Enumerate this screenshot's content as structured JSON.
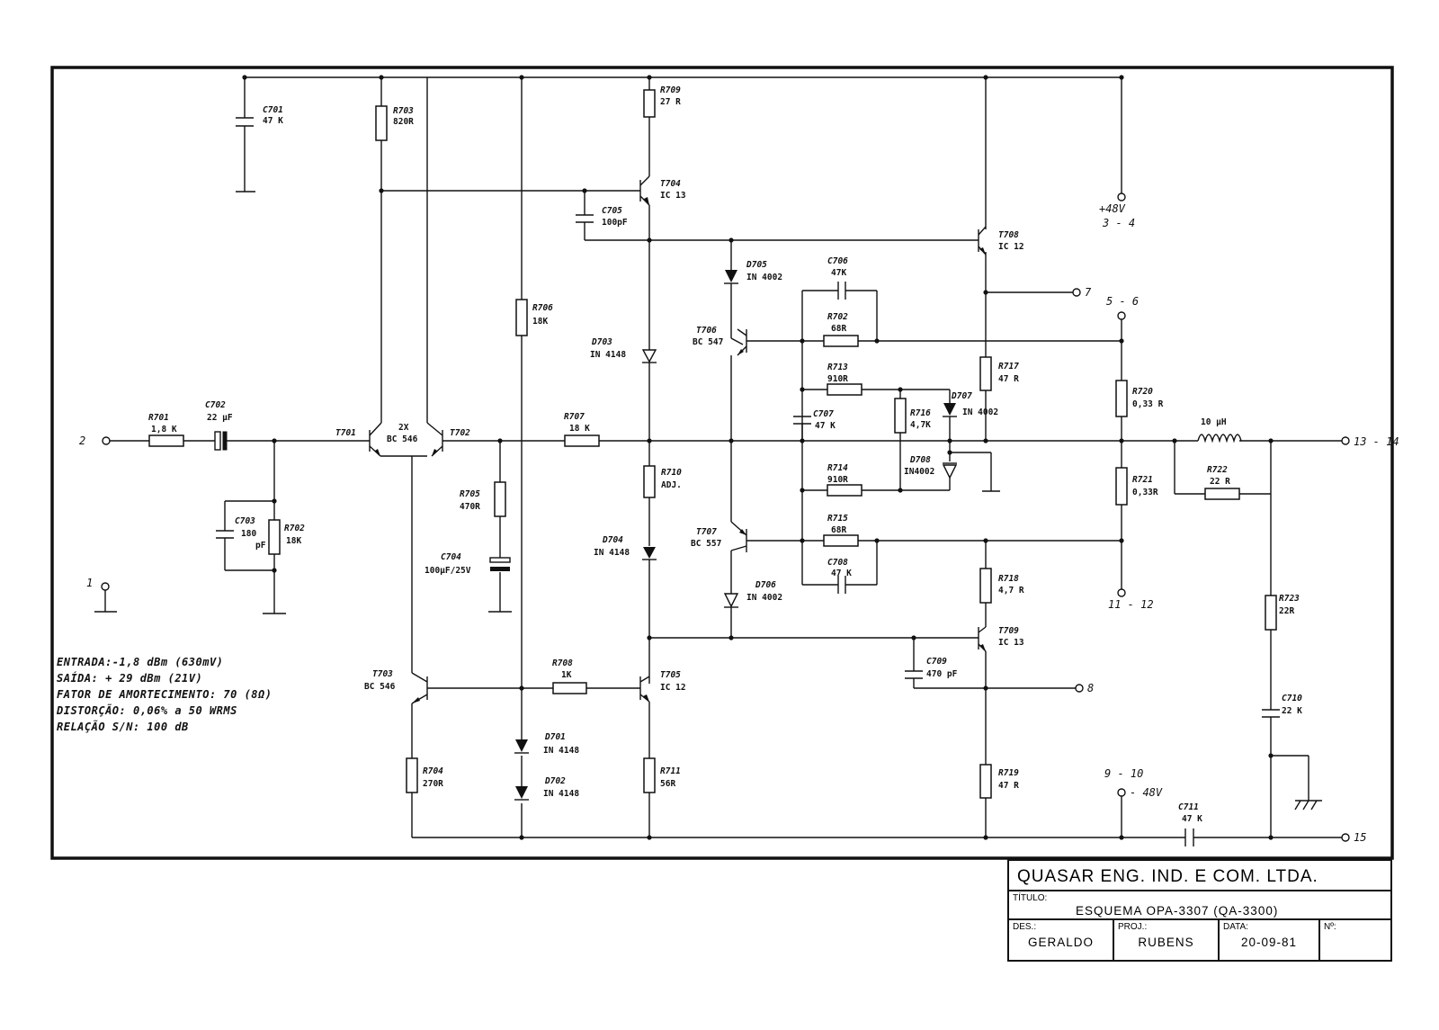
{
  "components": {
    "c701": {
      "ref": "C701",
      "value": "47 K"
    },
    "r703": {
      "ref": "R703",
      "value": "820R"
    },
    "r709": {
      "ref": "R709",
      "value": "27 R"
    },
    "t704": {
      "ref": "T704",
      "value": "IC 13"
    },
    "c705": {
      "ref": "C705",
      "value": "100pF"
    },
    "t708": {
      "ref": "T708",
      "value": "IC 12"
    },
    "d705": {
      "ref": "D705",
      "value": "IN 4002"
    },
    "c706": {
      "ref": "C706",
      "value": "47K"
    },
    "r702b": {
      "ref": "R702",
      "value": "68R"
    },
    "r706": {
      "ref": "R706",
      "value": "18K"
    },
    "d703": {
      "ref": "D703",
      "value": "IN 4148"
    },
    "t706": {
      "ref": "T706",
      "value": "BC 547"
    },
    "r713": {
      "ref": "R713",
      "value": "910R"
    },
    "r717": {
      "ref": "R717",
      "value": "47 R"
    },
    "r720": {
      "ref": "R720",
      "value": "0,33 R"
    },
    "r716": {
      "ref": "R716",
      "value": "4,7K"
    },
    "d707": {
      "ref": "D707",
      "value": "IN 4002"
    },
    "c707": {
      "ref": "C707",
      "value": "47 K"
    },
    "r701": {
      "ref": "R701",
      "value": "1,8 K"
    },
    "c702": {
      "ref": "C702",
      "value": "22 μF"
    },
    "t701": {
      "ref": "T701",
      "value": ""
    },
    "pair": {
      "ref": "2X",
      "value": "BC 546"
    },
    "t702": {
      "ref": "T702",
      "value": ""
    },
    "r707": {
      "ref": "R707",
      "value": "18 K"
    },
    "l1": {
      "ref": "",
      "value": "10 μH"
    },
    "r705": {
      "ref": "R705",
      "value": "470R"
    },
    "r710": {
      "ref": "R710",
      "value": "ADJ."
    },
    "d708": {
      "ref": "D708",
      "value": "IN4002"
    },
    "r714": {
      "ref": "R714",
      "value": "910R"
    },
    "r721": {
      "ref": "R721",
      "value": "0,33R"
    },
    "r722": {
      "ref": "R722",
      "value": "22 R"
    },
    "c703": {
      "ref": "C703",
      "value": "180"
    },
    "c703_unit": "pF",
    "r702a": {
      "ref": "R702",
      "value": "18K"
    },
    "c704": {
      "ref": "C704",
      "value": "100μF/25V"
    },
    "d704": {
      "ref": "D704",
      "value": "IN 4148"
    },
    "t707": {
      "ref": "T707",
      "value": "BC 557"
    },
    "r715": {
      "ref": "R715",
      "value": "68R"
    },
    "c708": {
      "ref": "C708",
      "value": "47 K"
    },
    "r718": {
      "ref": "R718",
      "value": "4,7 R"
    },
    "d706": {
      "ref": "D706",
      "value": "IN 4002"
    },
    "r723": {
      "ref": "R723",
      "value": "22R"
    },
    "t709": {
      "ref": "T709",
      "value": "IC 13"
    },
    "c709": {
      "ref": "C709",
      "value": "470 pF"
    },
    "t703": {
      "ref": "T703",
      "value": "BC 546"
    },
    "r708": {
      "ref": "R708",
      "value": "1K"
    },
    "t705": {
      "ref": "T705",
      "value": "IC 12"
    },
    "c710": {
      "ref": "C710",
      "value": "22 K"
    },
    "d701": {
      "ref": "D701",
      "value": "IN 4148"
    },
    "d702": {
      "ref": "D702",
      "value": "IN 4148"
    },
    "r704": {
      "ref": "R704",
      "value": "270R"
    },
    "r711": {
      "ref": "R711",
      "value": "56R"
    },
    "r719": {
      "ref": "R719",
      "value": "47 R"
    },
    "c711": {
      "ref": "C711",
      "value": "47 K"
    }
  },
  "terminals": {
    "t2": "2",
    "t1": "1",
    "plus48": "+48V",
    "t34": "3 - 4",
    "t7": "7",
    "t56": "5 - 6",
    "t1314": "13 - 14",
    "t1112": "11 - 12",
    "t8": "8",
    "t910": "9 - 10",
    "minus48": "- 48V",
    "t15": "15"
  },
  "specs": [
    "ENTRADA:-1,8 dBm (630mV)",
    "SAÍDA: + 29 dBm (21V)",
    "FATOR DE AMORTECIMENTO: 70 (8Ω)",
    "DISTORÇÃO: 0,06% a 50 WRMS",
    "RELAÇÃO S/N: 100 dB"
  ],
  "titleblock": {
    "company": "QUASAR  ENG. IND. E COM. LTDA.",
    "titulo_label": "TÍTULO:",
    "titulo_value": "ESQUEMA  OPA-3307  (QA-3300)",
    "des_label": "DES.:",
    "des_value": "GERALDO",
    "proj_label": "PROJ.:",
    "proj_value": "RUBENS",
    "data_label": "DATA:",
    "data_value": "20-09-81",
    "no_label": "Nº:"
  }
}
